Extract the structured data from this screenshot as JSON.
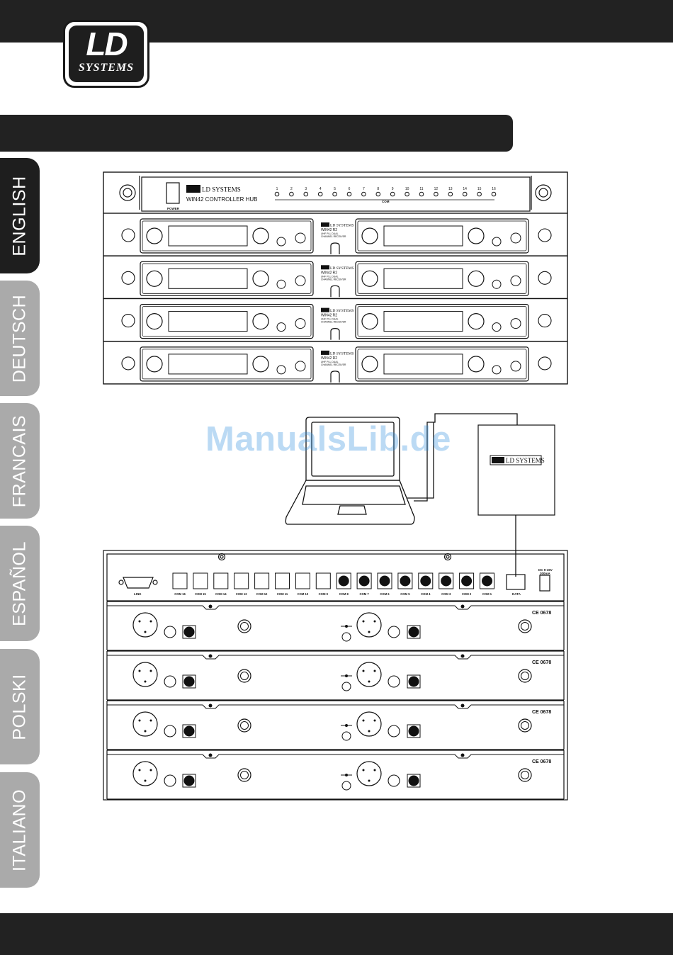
{
  "brand": {
    "logo_main": "LD",
    "logo_sub": "SYSTEMS"
  },
  "languages": [
    {
      "label": "ENGLISH",
      "active": true
    },
    {
      "label": "DEUTSCH",
      "active": false
    },
    {
      "label": "FRANCAIS",
      "active": false
    },
    {
      "label": "ESPAÑOL",
      "active": false
    },
    {
      "label": "POLSKI",
      "active": false
    },
    {
      "label": "ITALIANO",
      "active": false
    }
  ],
  "hub_front": {
    "brand": "LD SYSTEMS",
    "model": "WIN42 CONTROLLER HUB",
    "power_label": "POWER",
    "com_numbers": [
      "1",
      "2",
      "3",
      "4",
      "5",
      "6",
      "7",
      "8",
      "9",
      "10",
      "11",
      "12",
      "13",
      "14",
      "15",
      "16"
    ],
    "com_label": "COM"
  },
  "receiver_front": {
    "brand": "LD SYSTEMS",
    "model": "WIN42 R2",
    "lines": [
      "UHF PLL DUAL",
      "CHANNEL RECEIVER"
    ]
  },
  "controller_box": {
    "brand": "LD SYSTEMS"
  },
  "hub_rear": {
    "link_label": "LINK",
    "com_ports": [
      "COM 16",
      "COM 15",
      "COM 14",
      "COM 13",
      "COM 12",
      "COM 11",
      "COM 10",
      "COM 9",
      "COM 8",
      "COM 7",
      "COM 6",
      "COM 5",
      "COM 4",
      "COM 3",
      "COM 2",
      "COM 1"
    ],
    "data_label": "DATA",
    "dc_label_1": "DC 9-15V",
    "dc_label_2": "300mA"
  },
  "receiver_rear": {
    "cert": "CE 0678"
  },
  "watermark": "ManualsLib.de"
}
